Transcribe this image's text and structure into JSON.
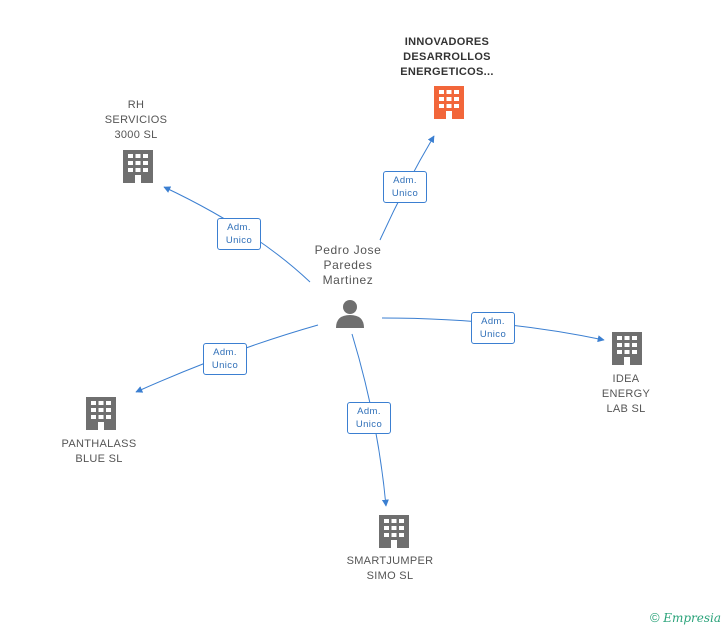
{
  "center": {
    "label": "Pedro Jose\nParedes\nMartinez",
    "icon": "person-icon"
  },
  "companies": [
    {
      "id": "innovadores",
      "label": "INNOVADORES\nDESARROLLOS\nENERGETICOS...",
      "icon": "building-icon",
      "highlight": true,
      "color": "#f2663a"
    },
    {
      "id": "rh",
      "label": "RH\nSERVICIOS\n3000 SL",
      "icon": "building-icon",
      "highlight": false,
      "color": "#6f6f6f"
    },
    {
      "id": "idea",
      "label": "IDEA\nENERGY\nLAB SL",
      "icon": "building-icon",
      "highlight": false,
      "color": "#6f6f6f"
    },
    {
      "id": "panthalass",
      "label": "PANTHALASS\nBLUE SL",
      "icon": "building-icon",
      "highlight": false,
      "color": "#6f6f6f"
    },
    {
      "id": "smartjumper",
      "label": "SMARTJUMPER\nSIMO SL",
      "icon": "building-icon",
      "highlight": false,
      "color": "#6f6f6f"
    }
  ],
  "edges": [
    {
      "to": "innovadores",
      "role": "Adm.\nUnico"
    },
    {
      "to": "rh",
      "role": "Adm.\nUnico"
    },
    {
      "to": "idea",
      "role": "Adm.\nUnico"
    },
    {
      "to": "panthalass",
      "role": "Adm.\nUnico"
    },
    {
      "to": "smartjumper",
      "role": "Adm.\nUnico"
    }
  ],
  "colors": {
    "edge": "#3b7fd1",
    "person": "#6f6f6f"
  },
  "footer": {
    "copyright": "©",
    "brand": "Empresia"
  }
}
